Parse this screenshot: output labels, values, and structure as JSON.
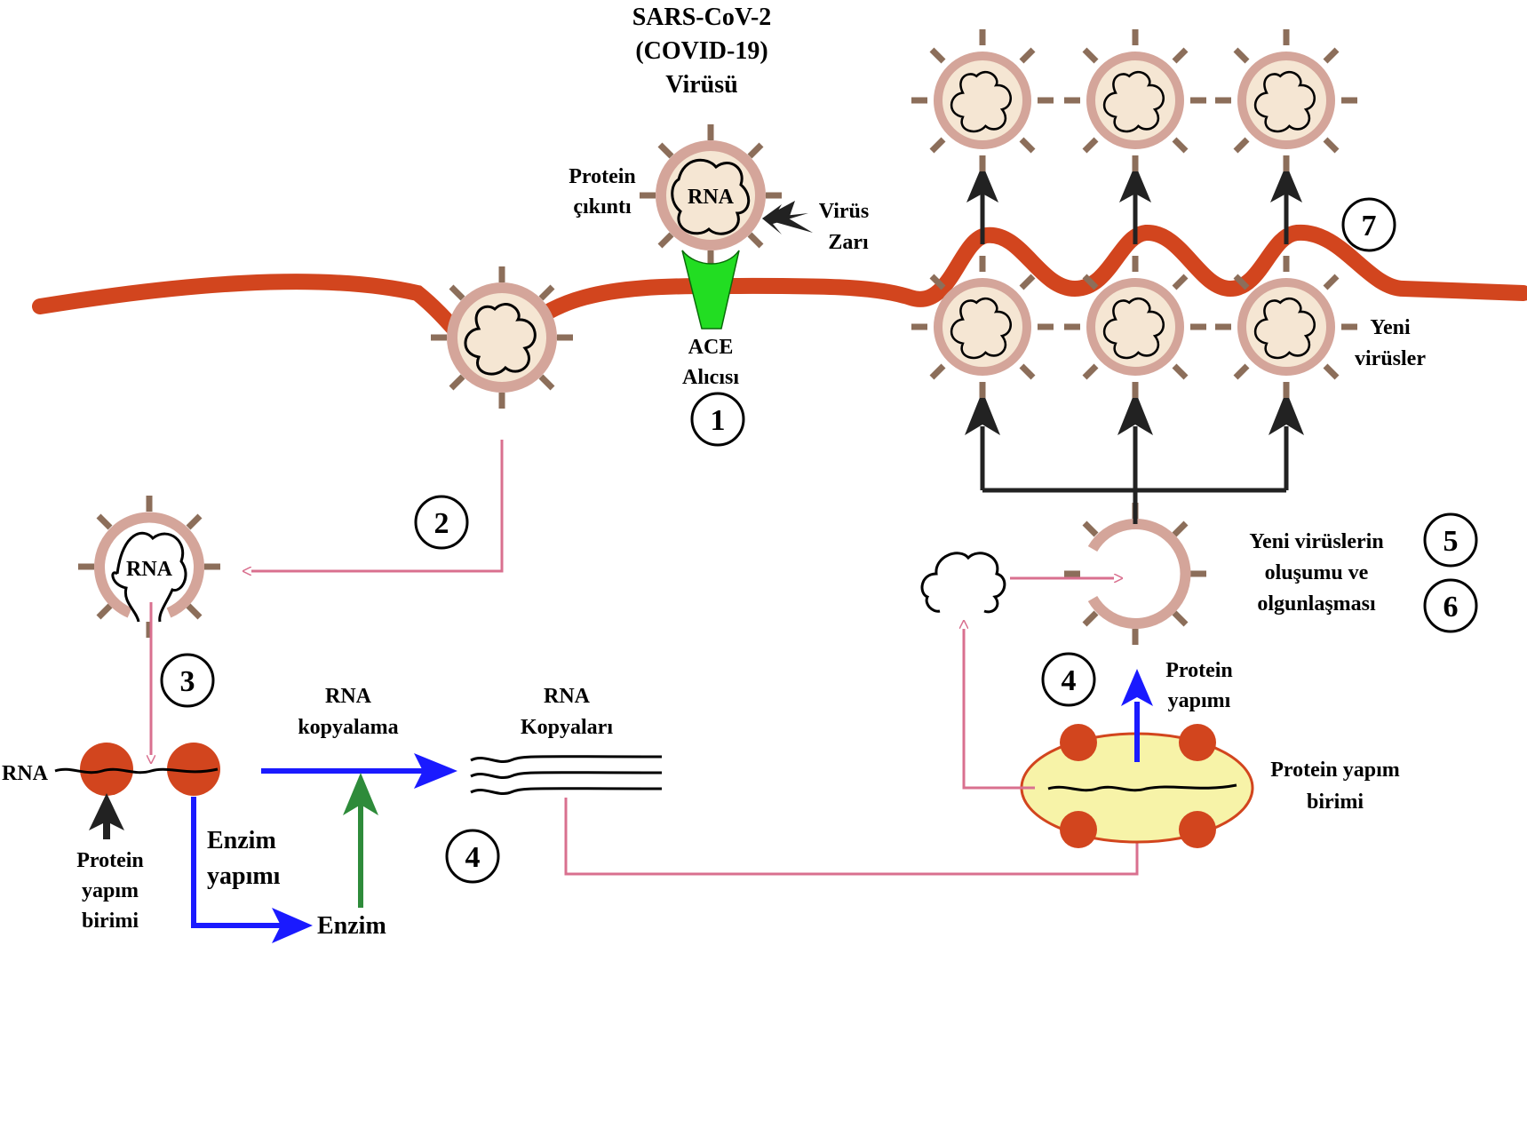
{
  "title": [
    "SARS-CoV-2",
    "(COVID-19)",
    "Virüsü"
  ],
  "labels": {
    "protein_cikinti": [
      "Protein",
      "çıkıntı"
    ],
    "virus_zari": [
      "Virüs",
      "Zarı"
    ],
    "rna_in_virus": "RNA",
    "rna_in_virus2": "RNA",
    "ace_alicisi": [
      "ACE",
      "Alıcısı"
    ],
    "yeni_virusler": [
      "Yeni",
      "virüsler"
    ],
    "rna_strand": "RNA",
    "protein_yapim_birimi_left": [
      "Protein",
      "yapım",
      "birimi"
    ],
    "enzim_yapimi": [
      "Enzim",
      "yapımı"
    ],
    "enzim": "Enzim",
    "rna_kopyalama": [
      "RNA",
      "kopyalama"
    ],
    "rna_kopyalari": [
      "RNA",
      "Kopyaları"
    ],
    "protein_yapimi": [
      "Protein",
      "yapımı"
    ],
    "protein_yapim_birimi_right": [
      "Protein yapım",
      "birimi"
    ],
    "yeni_viruslerin_olusumu": [
      "Yeni virüslerin",
      "oluşumu ve",
      "olgunlaşması"
    ]
  },
  "steps": [
    "1",
    "2",
    "3",
    "4",
    "4",
    "5",
    "6",
    "7"
  ],
  "colors": {
    "membrane": "#d2451e",
    "virus_outer": "#d4a59a",
    "virus_inner": "#f5e6d3",
    "spike": "#8c6e5a",
    "receptor": "#22dd22",
    "ribosome": "#d2451e",
    "flow_pink": "#d9708f",
    "flow_blue": "#1a1aff",
    "flow_green": "#2e8b3a",
    "er_fill": "#f7f3a8"
  }
}
